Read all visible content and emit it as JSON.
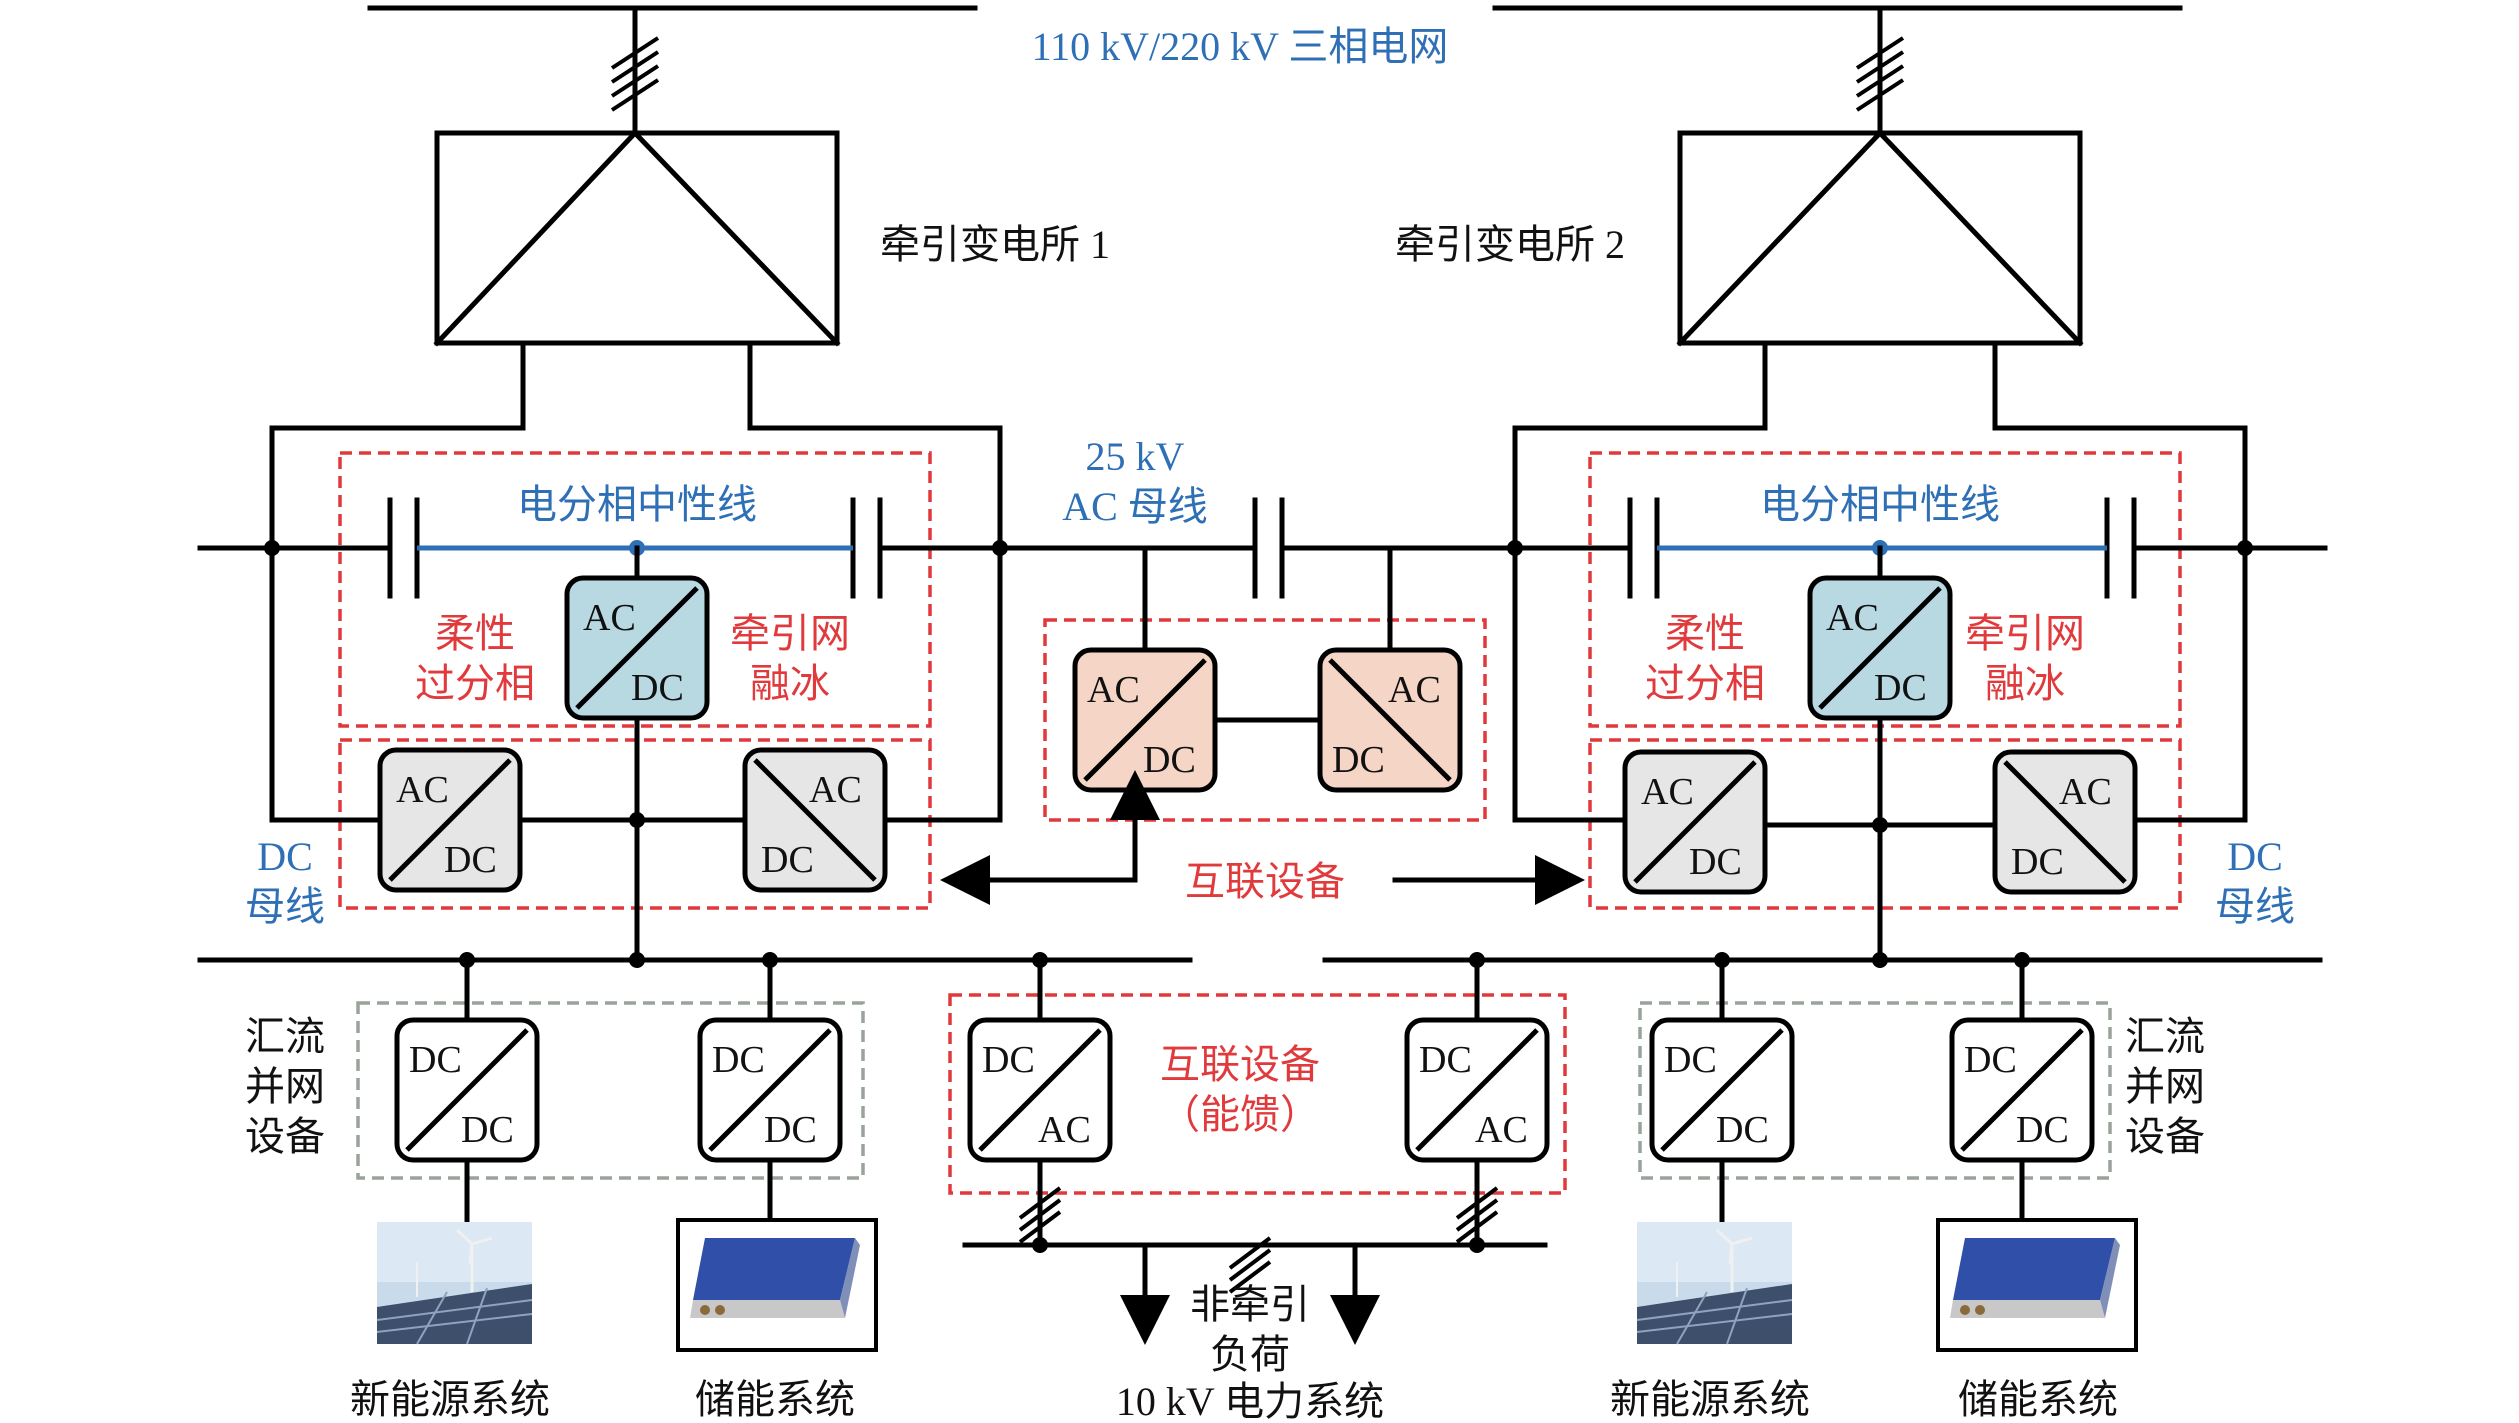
{
  "grid_label": "110 kV/220 kV 三相电网",
  "substation1_label": "牵引变电所 1",
  "substation2_label": "牵引变电所 2",
  "ac_bus_label_1": "25 kV",
  "ac_bus_label_2": "AC 母线",
  "neutral_label": "电分相中性线",
  "flex_label_1": "柔性",
  "flex_label_2": "过分相",
  "deice_label_1": "牵引网",
  "deice_label_2": "融冰",
  "dc_bus_label_1": "DC",
  "dc_bus_label_2": "母线",
  "interconnect_label": "互联设备",
  "interconnect_feed_label_1": "互联设备",
  "interconnect_feed_label_2": "（能馈）",
  "combiner_label_1": "汇流",
  "combiner_label_2": "并网",
  "combiner_label_3": "设备",
  "renewable_label": "新能源系统",
  "storage_label": "储能系统",
  "nontraction_label_1": "非牵引",
  "nontraction_label_2": "负荷",
  "power_system_label": "10 kV 电力系统",
  "conv": {
    "ac": "AC",
    "dc": "DC"
  },
  "colors": {
    "blue": "#2e6fb6",
    "red": "#e03a3c",
    "pink_fill": "#f3dadb",
    "tan_fill": "#f7e4c1",
    "green_fill": "#e2ead9",
    "conv_blue": "#b8d8e2",
    "conv_grey": "#e6e6e6",
    "conv_peach": "#f5d5c6"
  }
}
